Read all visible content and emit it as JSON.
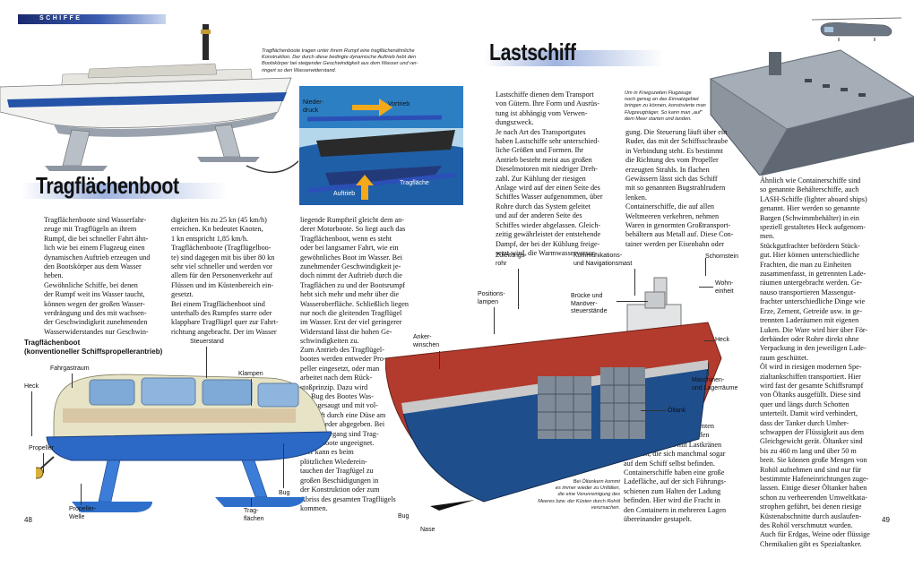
{
  "header": {
    "section": "SCHIFFE"
  },
  "left": {
    "caption": "Tragflächenboote tragen unter ihrem Rumpf eine tragflächenähnliche\nKonstruktion. Der durch diese bedingte dynamische Auftrieb hebt den\nBootskörper bei steigender Geschwindigkeit aus dem Wasser und ver-\nringert so den Wasserwiderstand.",
    "title": "Tragflächenboot",
    "diagram_labels": {
      "niederdruck": "Nieder-\ndruck",
      "vortrieb": "Vortrieb",
      "auftrieb": "Auftrieb",
      "tragflaeche": "Tragfläche"
    },
    "col1": "Tragflächenboote sind Wasserfahr-\nzeuge mit Tragflügeln an ihrem\nRumpf, die bei schneller Fahrt ähn-\nlich wie bei einem Flugzeug einen\ndynamischen Auftrieb erzeugen und\nden Bootskörper aus dem Wasser\nheben.\n   Gewöhnliche Schiffe, bei denen\nder Rumpf weit ins Wasser taucht,\nkönnen wegen der großen Wasser-\nverdrängung und des mit wachsen-\nder Geschwindigkeit zunehmenden\nWasserwiderstandes nur Geschwin-",
    "col2": "digkeiten bis zu 25 kn (45 km/h)\nerreichen. Kn bedeutet Knoten,\n1 kn entspricht 1,85 km/h.\n   Tragflächenboote (Tragflügelboo-\nte) sind dagegen mit bis über 80 kn\nsehr viel schneller und werden vor\nallem für den Personenverkehr auf\nFlüssen und im Küstenbereich ein-\ngesetzt.\n   Bei einem Tragflächenboot sind\nunterhalb des Rumpfes starre oder\nklappbare Tragflügel quer zur Fahrt-\nrichtung angebracht. Der im Wasser",
    "col3a": "liegende Rumpfteil gleicht dem an-\nderer Motorboote. So liegt auch das\nTragflächenboot, wenn es steht\noder bei langsamer Fahrt, wie ein\ngewöhnliches Boot im Wasser. Bei\nzunehmender Geschwindigkeit je-\ndoch nimmt der Auftrieb durch die\nTragflächen zu und der Bootsrumpf\nhebt sich mehr und mehr über die\nWasseroberfläche. Schließlich liegen\nnur noch die gleitenden Tragflügel\nim Wasser. Erst der viel geringerer\nWiderstand lässt die hohen Ge-\nschwindigkeiten zu.",
    "col3b": "Zum Antrieb des Tragflügel-\nbootes werden entweder Pro-\npeller eingesetzt, oder man\narbeitet nach dem Rück-\nstoßprinzip. Dazu wird\nam Bug des Bootes Was-\nser angesaugt und mit vol-\nler Kraft durch eine Düse am\nHeck wieder abgegeben. Bei\nhohem Seegang sind Trag-\nflächenboote ungeeignet.\nHier kann es beim\nplötzlichen Wiederein-\ntauchen der Tragfügel zu\ngroßen Beschädigungen in\nder Konstruktion oder zum\nAbriss des gesamten Tragflügels\nkommen.",
    "boat_heading": "Tragflächenboot\n(konventioneller Schiffspropellerantrieb)",
    "boat_labels": {
      "steuerstand": "Steuerstand",
      "fahrgastraum": "Fahrgastraum",
      "klampen": "Klampen",
      "heck": "Heck",
      "propeller": "Propeller",
      "propeller_welle": "Propeller-\nWelle",
      "bug": "Bug",
      "tragflaechen": "Trag-\nflächen"
    },
    "page_number": "48"
  },
  "right": {
    "title": "Lastschiff",
    "carrier_caption": "Um in Kriegszeiten Flugzeuge\nnoch genug an das Einsatzgebiet\nbringen zu können, konstruierte man\nFlugzeugträger. So kann man „auf\"\ndem Meer starten und landen.",
    "col1": "Lastschiffe dienen dem Transport\nvon Gütern. Ihre Form und Ausrüs-\ntung ist abhängig vom Verwen-\ndungszweck.\n   Je nach Art des Transportgutes\nhaben Lastschiffe sehr unterschied-\nliche Größen und Formen. Ihr\nAntrieb besteht meist aus großen\nDieselmotoren mit niedriger Dreh-\nzahl. Zur Kühlung der riesigen\nAnlage wird auf der einen Seite des\nSchiffes Wasser aufgenommen, über\nRohre durch das System geleitet\nund auf der anderen Seite des\nSchiffes wieder abgelassen. Gleich-\nzeitig gewährleistet der entstehende\nDampf, der bei der Kühlung freige-\nsetzt wird, die Warmwasserversor-",
    "col2": "gung. Die Steuerung läuft über ein\nRuder, das mit der Schiffsschraube\nin Verbindung steht. Es bestimmt\ndie Richtung des vom Propeller\nerzeugten Strahls. In flachen\nGewässern lässt sich das Schiff\nmit so genannten Bugstrahlrudern\nlenken.\n   Containerschiffe, die auf allen\nWeltmeeren verkehren, nehmen\nWaren in genormten Großtransport-\nbehältern aus Metall auf. Diese Con-\ntainer werden per Eisenbahn oder",
    "col3": "Ähnlich wie Containerschiffe sind\nso genannte Behälterschiffe, auch\nLASH-Schiffe (lighter aboard ships)\ngenannt. Hier werden so genannte\nBargen (Schwimmbehälter) in ein\nspeziell gestaltetes Heck aufgenom-\nmen.\n   Stückgutfrachter befördern Stück-\ngut. Hier können unterschiedliche\nFrachten, die man zu Einheiten\nzusammenfasst, in getrennten Lade-\nräumen untergebracht werden. Ge-\nnauso transportieren Massengut-\nfrachter unterschiedliche Dinge wie\nErze, Zement, Getreide usw. in ge-\ntrennten Laderäumen mit eigenen\nLuken. Die Ware wird hier über För-\nderbänder oder Rohre direkt ohne\nVerpackung in den jeweiligen Lade-\nraum geschüttet.\n   Öl wird in riesigen modernen Spe-\nzialtankschiffen transportiert. Hier\nwird fast der gesamte Schiffsrumpf\nvon Öltanks ausgefüllt. Diese sind\nquer und längs durch Schotten\nunterteilt. Damit wird verhindert,\ndass der Tanker durch Umher-\nschwappen der Flüssigkeit aus dem\nGleichgewicht gerät. Öltanker sind\nbis zu 460 m lang und über 50 m\nbreit. Sie können große Mengen von\nRohöl aufnehmen und sind nur für\nbestimmte Hafeneinrichtungen zuge-\nlassen. Einige dieser Öltanker haben\nschon zu verheerenden Umweltkata-\nstrophen geführt, bei denen riesige\nKüstenabschnitte durch auslaufen-\ndes Rohöl verschmutzt wurden.\nAuch für Erdgas, Weine oder flüssige\nChemikalien gibt es Spezialtanker.",
    "col_mid": "Lastkraftwagen zu bestimmten\nContainerterminals im Hafen\ngebracht und dort mit Lastkränen\nverladen, die sich manchmal sogar\nauf dem Schiff selbst befinden.\n   Containerschiffe haben eine große\nLadefläche, auf der sich Führungs-\nschienen zum Halten der Ladung\nbefinden. Hier wird die Fracht in\nden Containern in mehreren Lagen\nübereinander gestapelt.",
    "tanker_caption": "Bei Öltankern kommt\nes immer wieder zu Unfällen,\ndie eine Verunreinigung des\nMeeres bzw. der Küsten durch Rohöl\nverursachen.",
    "ship_labels": {
      "zuleitungsrohr": "Zuleitungs-\nrohr",
      "kommunikation": "Kommunikations-\nund Navigationsmast",
      "schornstein": "Schornstein",
      "positionslampen": "Positions-\nlampen",
      "bruecke": "Brücke und\nManöver-\nsteuerstände",
      "wohneinheit": "Wohn-\neinheit",
      "ankerwinschen": "Anker-\nwinschen",
      "heck": "Heck",
      "maschinen": "Maschinen-\nund Lagerräume",
      "oeltank": "Öltank",
      "bug": "Bug",
      "nase": "Nase"
    },
    "page_number": "49"
  }
}
